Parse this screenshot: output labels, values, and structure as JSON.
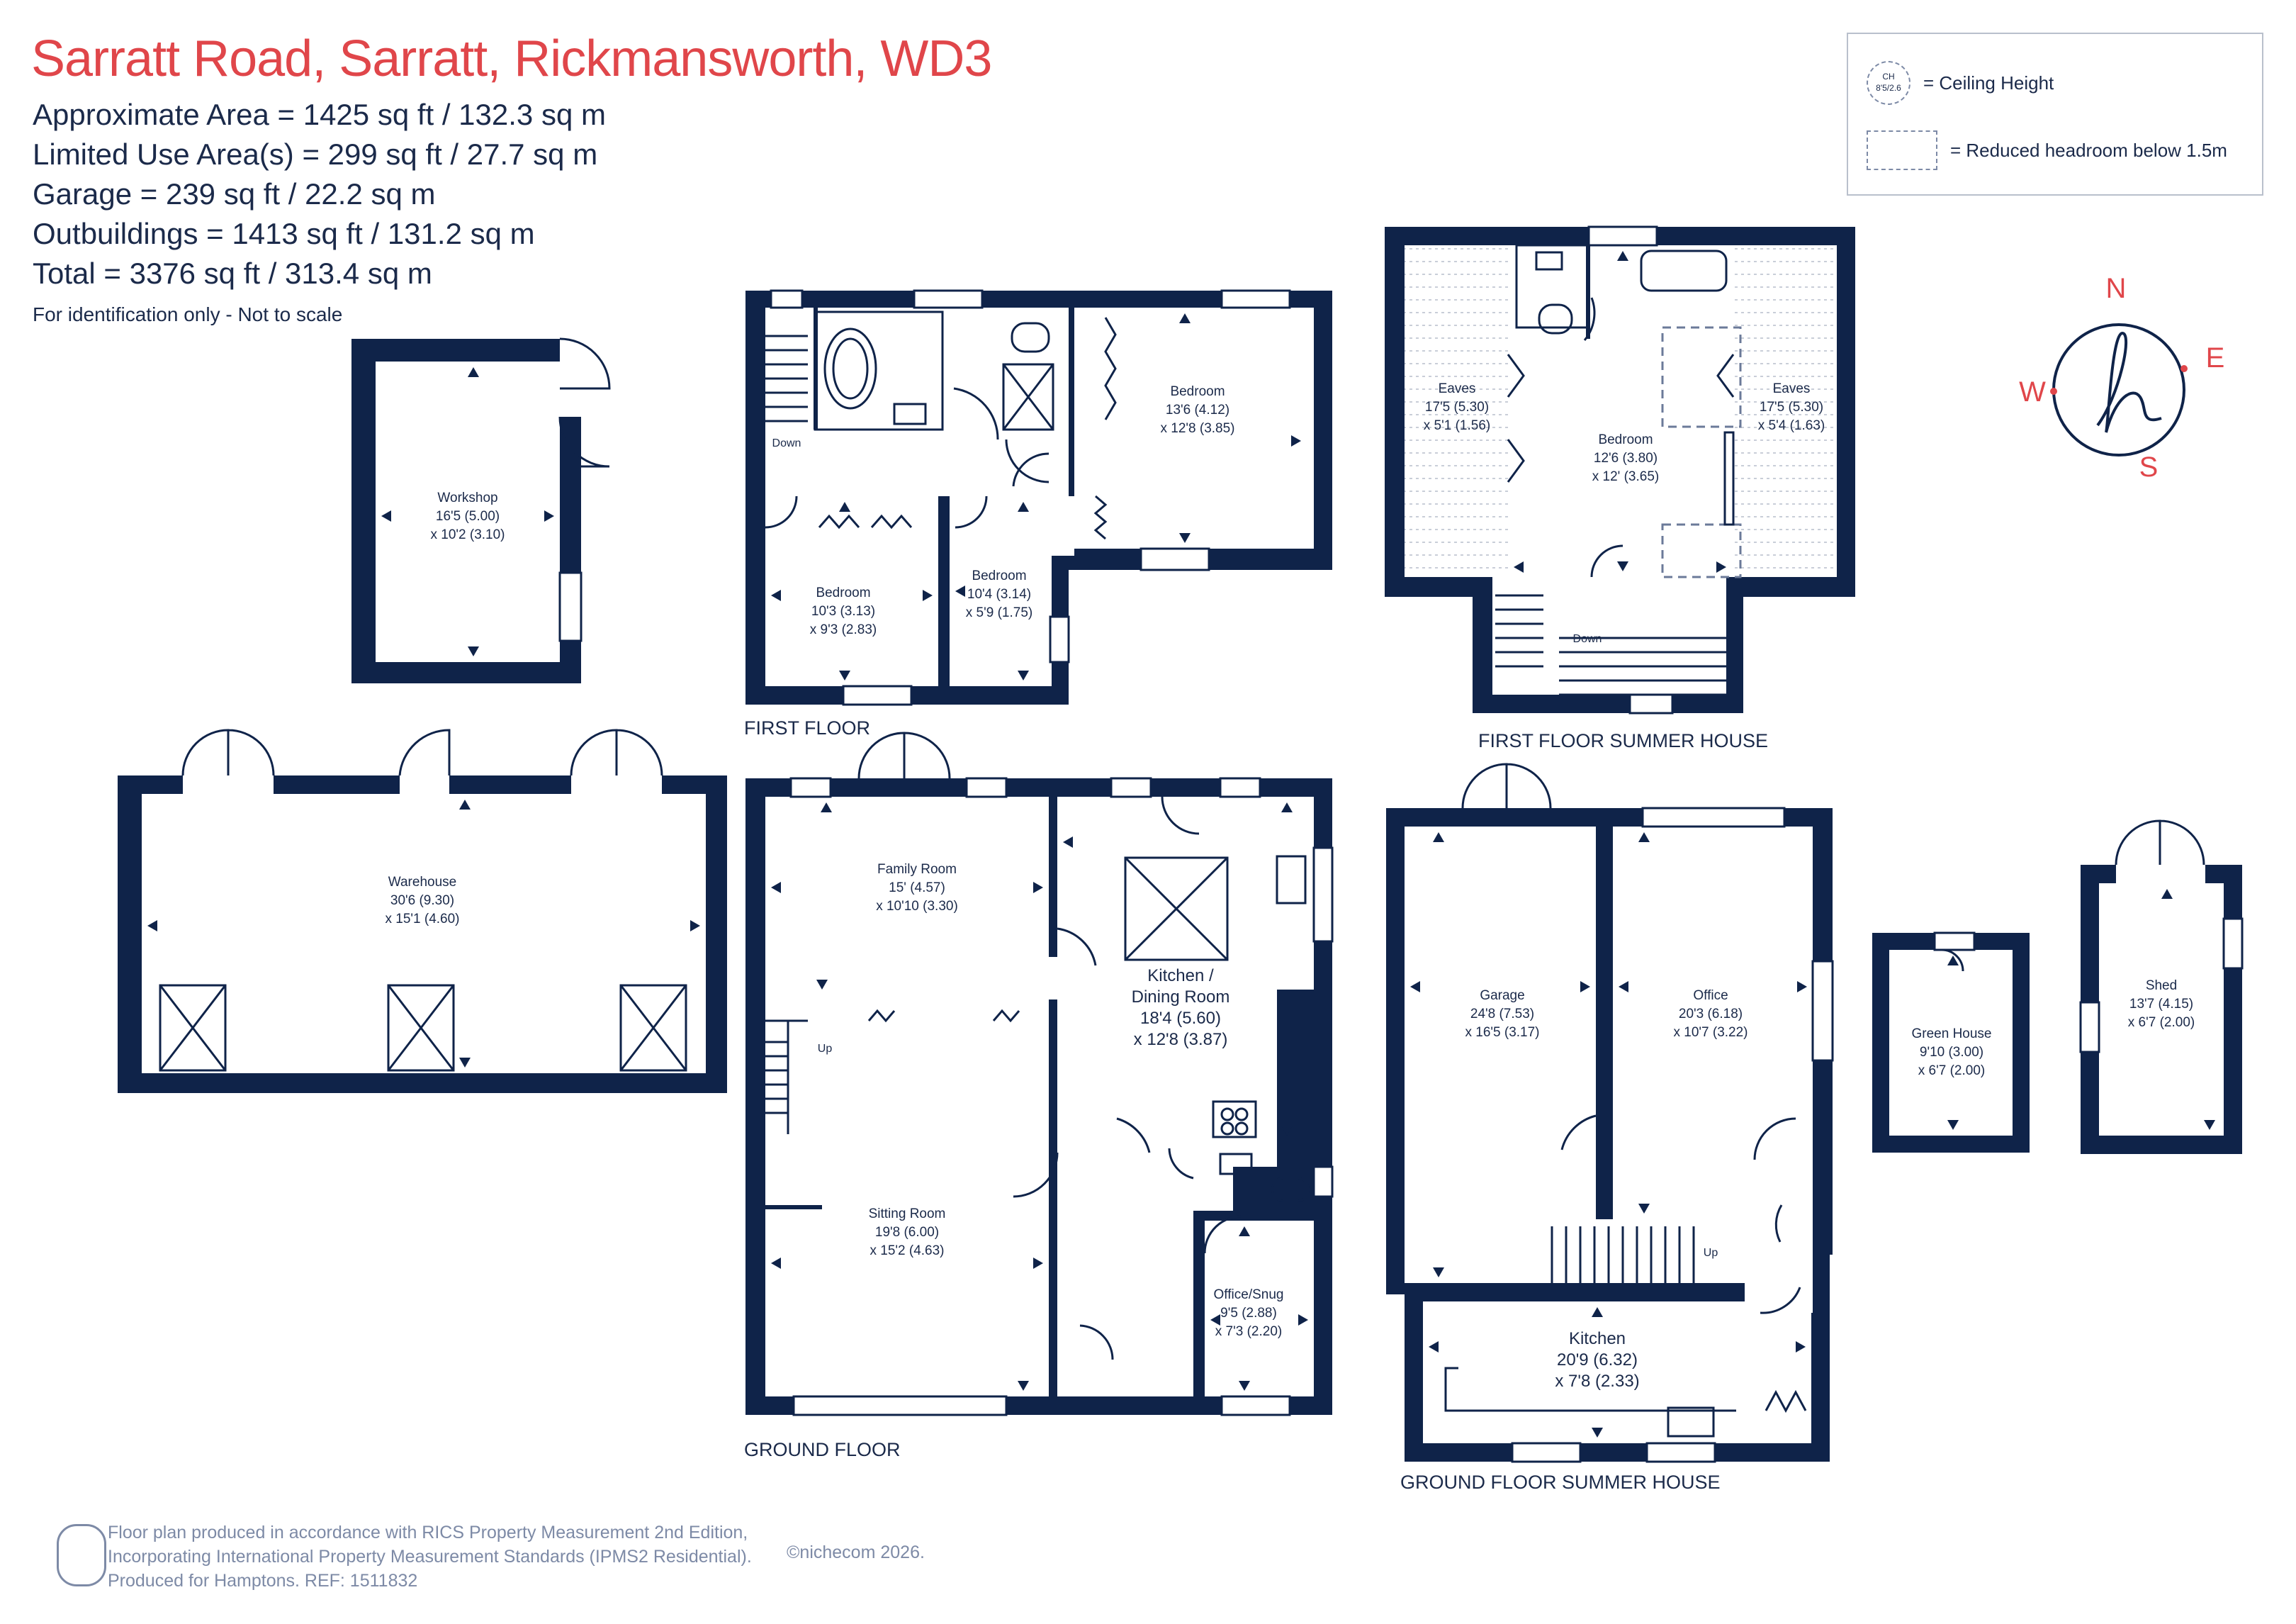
{
  "header": {
    "title": "Sarratt Road, Sarratt, Rickmansworth, WD3",
    "areas": [
      "Approximate Area = 1425 sq ft / 132.3 sq m",
      "Limited Use Area(s) = 299 sq ft / 27.7 sq m",
      "Garage = 239 sq ft / 22.2 sq m",
      "Outbuildings = 1413 sq ft / 131.2 sq m",
      "Total = 3376 sq ft / 313.4 sq m"
    ],
    "note": "For identification only - Not to scale"
  },
  "legend": {
    "ch_abbr": "CH",
    "ch_value": "8'5/2.6",
    "ceiling_label": "= Ceiling Height",
    "headroom_label": "= Reduced headroom below 1.5m"
  },
  "compass": {
    "n": "N",
    "e": "E",
    "s": "S",
    "w": "W"
  },
  "floors": {
    "first_floor": "FIRST FLOOR",
    "ground_floor": "GROUND FLOOR",
    "first_floor_summer_house": "FIRST FLOOR SUMMER HOUSE",
    "ground_floor_summer_house": "GROUND FLOOR SUMMER HOUSE"
  },
  "rooms": {
    "workshop": [
      "Workshop",
      "16'5 (5.00)",
      "x 10'2 (3.10)"
    ],
    "warehouse": [
      "Warehouse",
      "30'6 (9.30)",
      "x 15'1 (4.60)"
    ],
    "ff_bedroom1": [
      "Bedroom",
      "13'6 (4.12)",
      "x 12'8 (3.85)"
    ],
    "ff_bedroom2": [
      "Bedroom",
      "10'3 (3.13)",
      "x 9'3 (2.83)"
    ],
    "ff_bedroom3": [
      "Bedroom",
      "10'4 (3.14)",
      "x 5'9 (1.75)"
    ],
    "family_room": [
      "Family Room",
      "15' (4.57)",
      "x 10'10 (3.30)"
    ],
    "kitchen_dining": [
      "Kitchen /",
      "Dining Room",
      "18'4 (5.60)",
      "x 12'8 (3.87)"
    ],
    "sitting_room": [
      "Sitting Room",
      "19'8 (6.00)",
      "x 15'2 (4.63)"
    ],
    "office_snug": [
      "Office/Snug",
      "9'5 (2.88)",
      "x 7'3 (2.20)"
    ],
    "sh_eaves_left": [
      "Eaves",
      "17'5 (5.30)",
      "x 5'1 (1.56)"
    ],
    "sh_eaves_right": [
      "Eaves",
      "17'5 (5.30)",
      "x 5'4 (1.63)"
    ],
    "sh_bedroom": [
      "Bedroom",
      "12'6 (3.80)",
      "x 12' (3.65)"
    ],
    "garage": [
      "Garage",
      "24'8 (7.53)",
      "x 16'5 (3.17)"
    ],
    "office": [
      "Office",
      "20'3 (6.18)",
      "x 10'7 (3.22)"
    ],
    "sh_kitchen": [
      "Kitchen",
      "20'9 (6.32)",
      "x 7'8 (2.33)"
    ],
    "green_house": [
      "Green House",
      "9'10 (3.00)",
      "x 6'7 (2.00)"
    ],
    "shed": [
      "Shed",
      "13'7 (4.15)",
      "x 6'7 (2.00)"
    ]
  },
  "labels": {
    "down": "Down",
    "up": "Up"
  },
  "footer": {
    "lines": [
      "Floor plan produced in accordance with RICS Property Measurement 2nd Edition,",
      "Incorporating International Property Measurement Standards (IPMS2 Residential).",
      "Produced for Hamptons.   REF:  1511832"
    ],
    "copyright": "©nichecom 2026."
  },
  "colors": {
    "wall": "#0f2349",
    "title": "#e0464a",
    "muted": "#7d8aa6"
  }
}
